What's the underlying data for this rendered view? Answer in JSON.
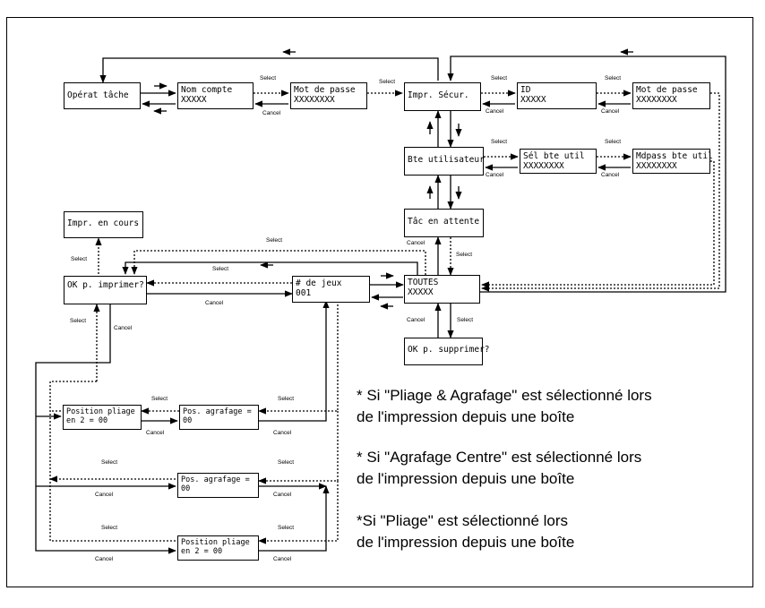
{
  "boxes": {
    "operat_tache": "Opérat tâche",
    "nom_compte": "Nom compte",
    "nom_compte_value": "XXXXX",
    "mot_de_passe": "Mot de passe",
    "mot_de_passe_value": "XXXXXXXX",
    "impr_secur": "Impr. Sécur.",
    "id": "ID",
    "id_value": "XXXXX",
    "mot_de_passe_2": "Mot de passe",
    "mot_de_passe_2_value": "XXXXXXXX",
    "bte_utilisateur": "Bte utilisateur",
    "sel_bte_util": "Sél bte util",
    "sel_bte_util_value": "XXXXXXXX",
    "mdpass_bte_util": "Mdpass bte util",
    "mdpass_bte_util_value": "XXXXXXXX",
    "tac_en_attente": "Tâc en attente",
    "impr_en_cours": "Impr. en cours",
    "ok_imprimer": "OK p. imprimer?",
    "nb_jeux": "# de jeux",
    "nb_jeux_value": "001",
    "toutes": "TOUTES",
    "toutes_value": "XXXXX",
    "ok_supprimer": "OK p. supprimer?",
    "position_pliage_1": "Position pliage",
    "position_pliage_1_value": "en 2 = 00",
    "pos_agrafage_1": "Pos. agrafage =",
    "pos_agrafage_1_value": "00",
    "pos_agrafage_2": "Pos. agrafage =",
    "pos_agrafage_2_value": "00",
    "position_pliage_2": "Position pliage",
    "position_pliage_2_value": "en 2 = 00"
  },
  "labels": {
    "select": "Select",
    "cancel": "Cancel"
  },
  "notes": {
    "note1_line1": "* Si \"Pliage & Agrafage\" est sélectionné lors",
    "note1_line2": "de l'impression depuis une boîte",
    "note2_line1": "* Si \"Agrafage Centre\" est sélectionné lors",
    "note2_line2": "de l'impression depuis une boîte",
    "note3_line1": "*Si \"Pliage\" est sélectionné lors",
    "note3_line2": "de l'impression depuis une boîte"
  }
}
